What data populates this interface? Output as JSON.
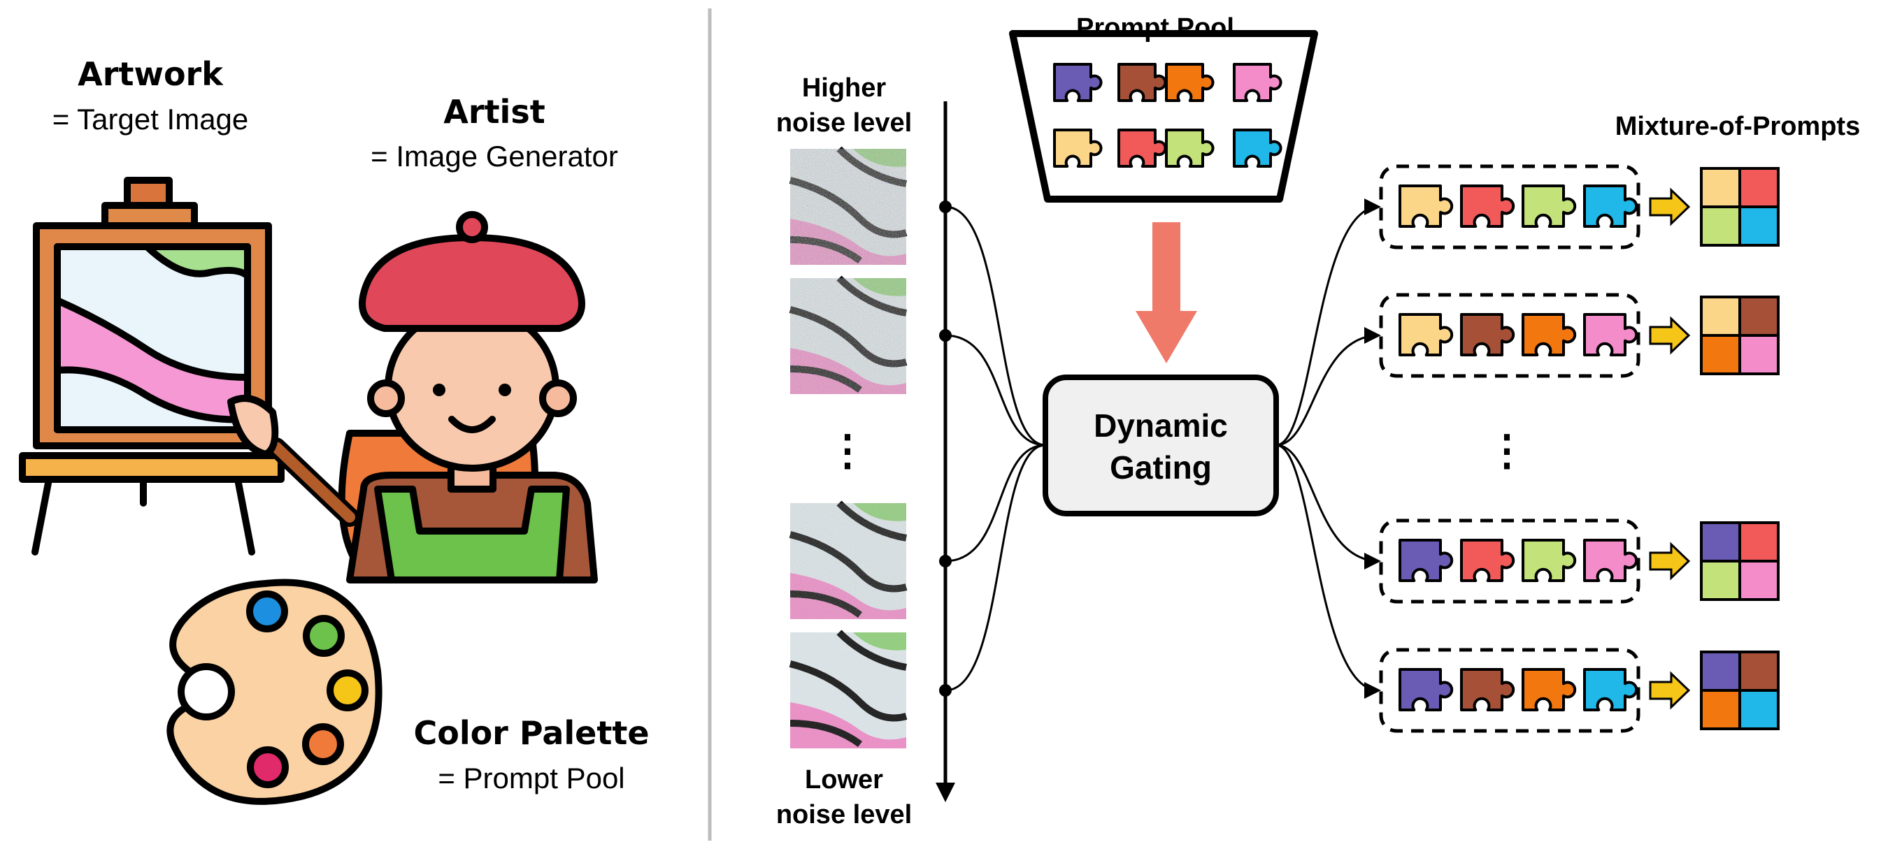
{
  "left_panel": {
    "artwork": {
      "title": "Artwork",
      "desc": "= Target Image"
    },
    "artist": {
      "title": "Artist",
      "desc": "= Image Generator"
    },
    "palette": {
      "title": "Color Palette",
      "desc": "= Prompt Pool"
    }
  },
  "right_panel": {
    "higher_noise": [
      "Higher",
      "noise level"
    ],
    "lower_noise": [
      "Lower",
      "noise level"
    ],
    "prompt_pool": "Prompt Pool",
    "gating": [
      "Dynamic",
      "Gating"
    ],
    "mixture": "Mixture-of-Prompts",
    "ellipsis": "⋮"
  },
  "colors": {
    "purple": "#6a5bb5",
    "brown": "#a65137",
    "orange": "#f2770f",
    "pink": "#f48cca",
    "yellow": "#fbd588",
    "red": "#f25a5a",
    "green": "#c3e27a",
    "cyan": "#1fb8e8",
    "gating_fill": "#f0f0f0",
    "arrow_big": "#ef7a6a",
    "arrow_small": "#f5c518"
  },
  "pool_pieces": [
    [
      "purple",
      "brown",
      "orange",
      "pink"
    ],
    [
      "yellow",
      "red",
      "green",
      "cyan"
    ]
  ],
  "mixture_rows": [
    [
      "yellow",
      "red",
      "green",
      "cyan"
    ],
    [
      "yellow",
      "brown",
      "orange",
      "pink"
    ],
    [
      "purple",
      "red",
      "green",
      "pink"
    ],
    [
      "purple",
      "brown",
      "orange",
      "cyan"
    ]
  ]
}
